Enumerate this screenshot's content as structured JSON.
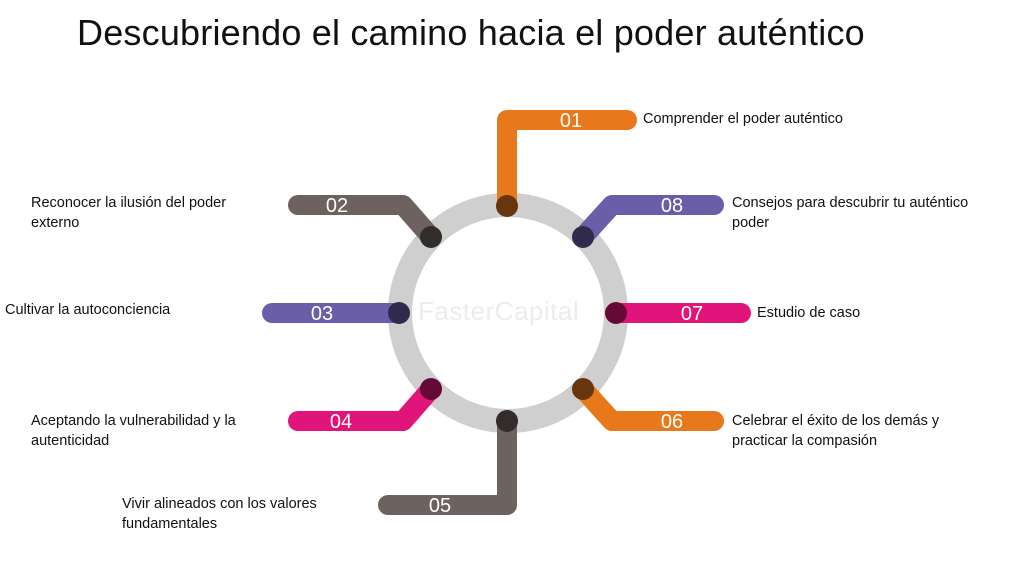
{
  "title": "Descubriendo el camino hacia el poder auténtico",
  "watermark": "FasterCapital",
  "colors": {
    "ring": "#cfcfcf",
    "orange": "#e8781c",
    "purple": "#6a5ea8",
    "magenta": "#e0147a",
    "brown": "#6e6260"
  },
  "steps": [
    {
      "number": "01",
      "text": "Comprender el poder auténtico",
      "color": "orange"
    },
    {
      "number": "02",
      "text": "Reconocer la ilusión del poder externo",
      "color": "brown"
    },
    {
      "number": "03",
      "text": "Cultivar la autoconciencia",
      "color": "purple"
    },
    {
      "number": "04",
      "text": "Aceptando la vulnerabilidad y la autenticidad",
      "color": "magenta"
    },
    {
      "number": "05",
      "text": "Vivir alineados con los valores fundamentales",
      "color": "brown"
    },
    {
      "number": "06",
      "text": "Celebrar el éxito de los demás y practicar la compasión",
      "color": "orange"
    },
    {
      "number": "07",
      "text": "Estudio de caso",
      "color": "magenta"
    },
    {
      "number": "08",
      "text": "Consejos para descubrir tu auténtico poder",
      "color": "purple"
    }
  ]
}
